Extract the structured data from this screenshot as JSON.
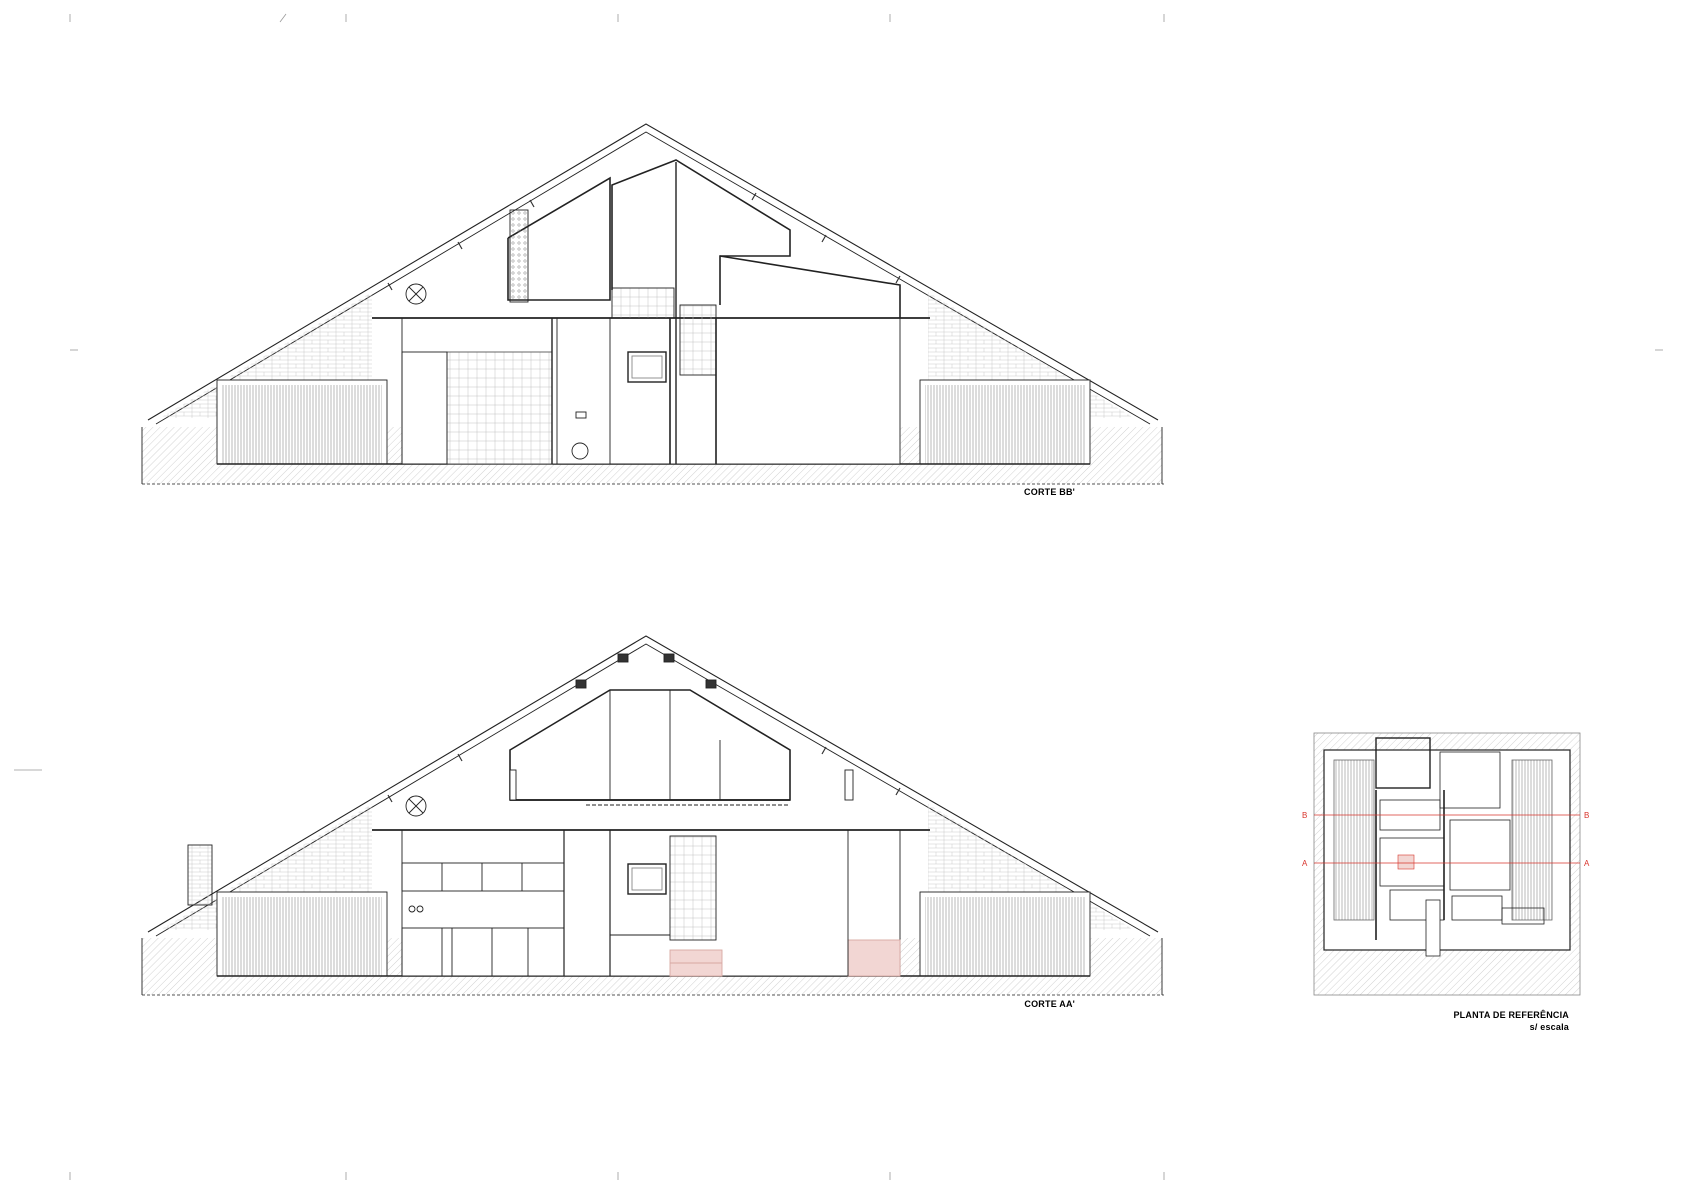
{
  "sections": {
    "bb": {
      "label": "CORTE BB'"
    },
    "aa": {
      "label": "CORTE AA'"
    }
  },
  "reference_plan": {
    "title": "PLANTA DE REFERÊNCIA",
    "scale_note": "s/ escala",
    "cut_markers": [
      "B",
      "B",
      "A",
      "A"
    ]
  },
  "colors": {
    "line": "#222222",
    "hatch": "#9a9a9a",
    "cut_line": "#d8342c",
    "accent_fill": "#f2d6d3"
  }
}
